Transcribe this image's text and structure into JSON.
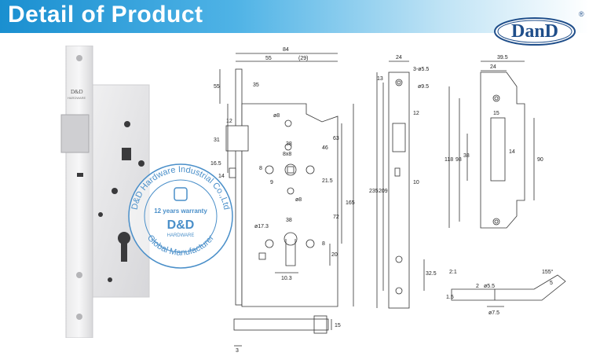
{
  "header": {
    "title": "Detail of Product"
  },
  "logo": {
    "text": "DanD",
    "registered": "®"
  },
  "stamp": {
    "company_text": "D&D Hardware Industrial Co.,Ltd",
    "warranty": "12 years warranty",
    "brand": "D&D",
    "brand_sub": "HARDWARE",
    "tagline": "Global Manufacturer"
  },
  "faceplate": {
    "brand": "D&D",
    "sub": "HARDWARE"
  },
  "dimensions": {
    "top_84": "84",
    "top_55": "55",
    "top_29": "(29)",
    "side_55": "55",
    "side_35": "35",
    "d12": "12",
    "d31": "31",
    "d16_5": "16.5",
    "d14": "14",
    "phi8_top": "ø8",
    "d38_a": "38",
    "d8x8": "8x8",
    "d8_left": "8",
    "d9": "9",
    "d46": "46",
    "d63": "63",
    "d21_5": "21.5",
    "phi8_mid": "ø8",
    "d72": "72",
    "d165": "165",
    "phi17_3": "ø17.3",
    "d38_b": "38",
    "d8_right": "8",
    "d20": "20",
    "d10_3": "10.3",
    "d3": "3",
    "d15_bolt": "15",
    "fp_24": "24",
    "fp_13": "13",
    "fp_3phi5_5": "3-ø5.5",
    "fp_phi9_5": "ø9.5",
    "fp_235": "235",
    "fp_209": "209",
    "fp_12": "12",
    "fp_10": "10",
    "fp_32_5": "32.5",
    "st_39_5": "39.5",
    "st_24": "24",
    "st_15": "15",
    "st_118": "118",
    "st_98": "98",
    "st_38": "38",
    "st_14": "14",
    "st_90": "90",
    "scale": "2:1",
    "sc_1_5": "1.5",
    "sc_2": "2",
    "sc_phi5_5": "ø5.5",
    "sc_155": "155°",
    "sc_5": "5",
    "sc_phi7_5": "ø7.5"
  },
  "colors": {
    "header_blue": "#1a8fd0",
    "logo_blue": "#1f4e8a",
    "stamp_blue": "#4a8fc9"
  }
}
